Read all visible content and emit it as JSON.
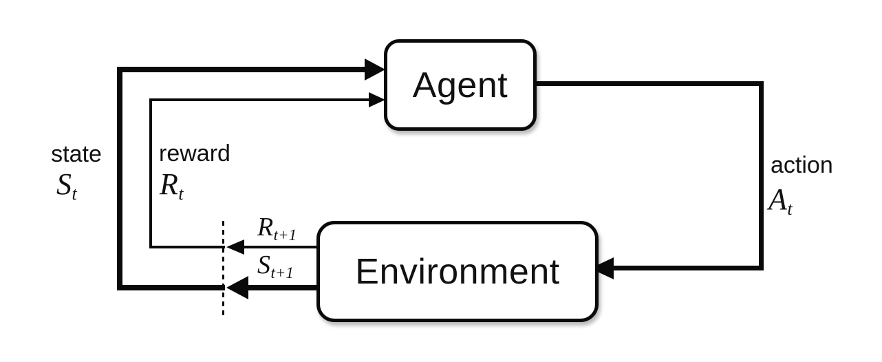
{
  "nodes": {
    "agent": "Agent",
    "environment": "Environment"
  },
  "labels": {
    "state": {
      "word": "state",
      "symbol": "S",
      "subscript": "t"
    },
    "reward": {
      "word": "reward",
      "symbol": "R",
      "subscript": "t"
    },
    "action": {
      "word": "action",
      "symbol": "A",
      "subscript": "t"
    },
    "next_reward": {
      "symbol": "R",
      "subscript": "t+1"
    },
    "next_state": {
      "symbol": "S",
      "subscript": "t+1"
    }
  },
  "colors": {
    "line": "#0a0a0a",
    "background": "#ffffff",
    "text": "#111111"
  }
}
